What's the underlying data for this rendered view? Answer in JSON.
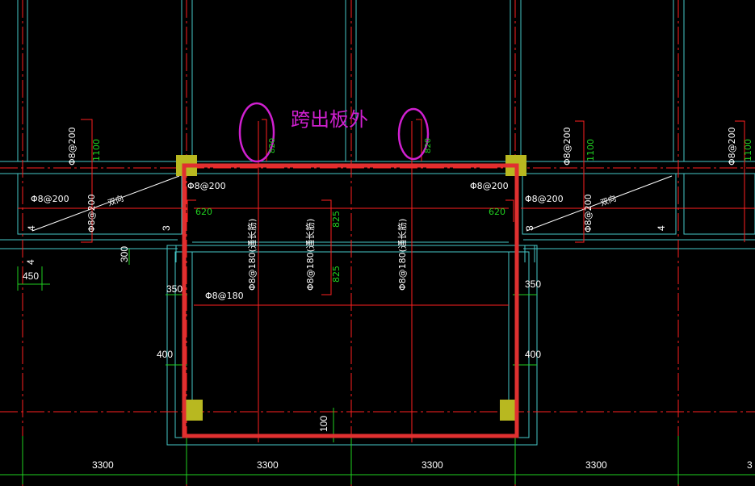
{
  "annotation": {
    "note_text": "跨出板外",
    "note_color": "#d020d0",
    "highlight_color": "#e03030"
  },
  "colors": {
    "background": "#000000",
    "wall": "#46c8c8",
    "axis": "#ff2020",
    "dim": "#20d020",
    "rebar": "#ff2020",
    "text_white": "#ffffff",
    "column": "#b8b820"
  },
  "rebar_labels": {
    "left_top_spacing": "Φ8@200",
    "left_top_length": "1100",
    "left_slab_a": "Φ8@200",
    "left_slab_b": "Φ8@200",
    "left_diag": "双向",
    "left_inner": "Φ8@200",
    "left_620": "620",
    "mid_left": "Φ8@180(通长筋)",
    "mid_center": "Φ8@180(通长筋)",
    "mid_right": "Φ8@180(通长筋)",
    "top_dim_left": "820",
    "top_dim_right": "820",
    "mid_825_top": "825",
    "mid_825_bot": "825",
    "lower_label": "Φ8@180",
    "right_top_spacing": "Φ8@200",
    "right_top_length": "1100",
    "right_slab_a": "Φ8@200",
    "right_slab_b": "Φ8@200",
    "right_diag": "双向",
    "right_inner": "Φ8@200",
    "right_620": "620",
    "far_right_spacing": "Φ8@200",
    "far_right_length": "1100"
  },
  "dimensions": {
    "d450": "450",
    "d300": "300",
    "d350_left": "350",
    "d350_right": "350",
    "d400_left": "400",
    "d400_right": "400",
    "d100": "100",
    "d4_left": "4",
    "d3_left": "3",
    "d4_right": "4",
    "d3_right": "3",
    "d4_far": "4",
    "bottom_spans": [
      "3300",
      "3300",
      "3300",
      "3300"
    ],
    "bottom_edge": "3"
  }
}
